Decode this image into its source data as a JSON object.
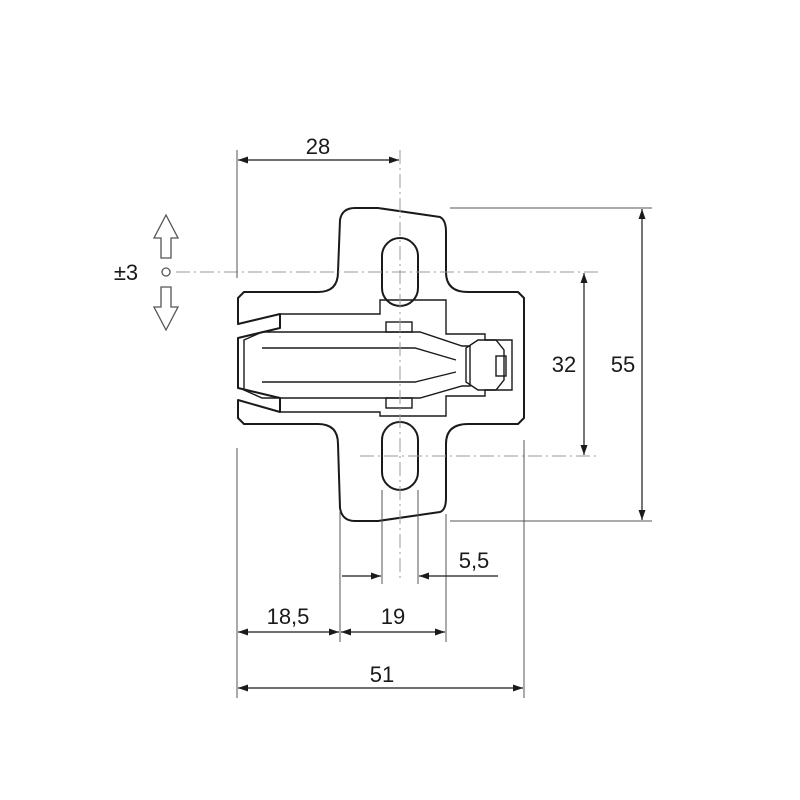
{
  "dimensions": {
    "top_width": "28",
    "adjustment": "±3",
    "hole_spacing": "32",
    "overall_height": "55",
    "slot_offset": "5,5",
    "left_offset": "18,5",
    "plate_width": "19",
    "overall_width": "51"
  },
  "colors": {
    "line": "#1a1a1a",
    "extension": "#555555",
    "centerline": "#999999",
    "background": "#ffffff"
  },
  "icons": [
    "adjust-up-arrow-icon",
    "adjust-down-arrow-icon"
  ]
}
